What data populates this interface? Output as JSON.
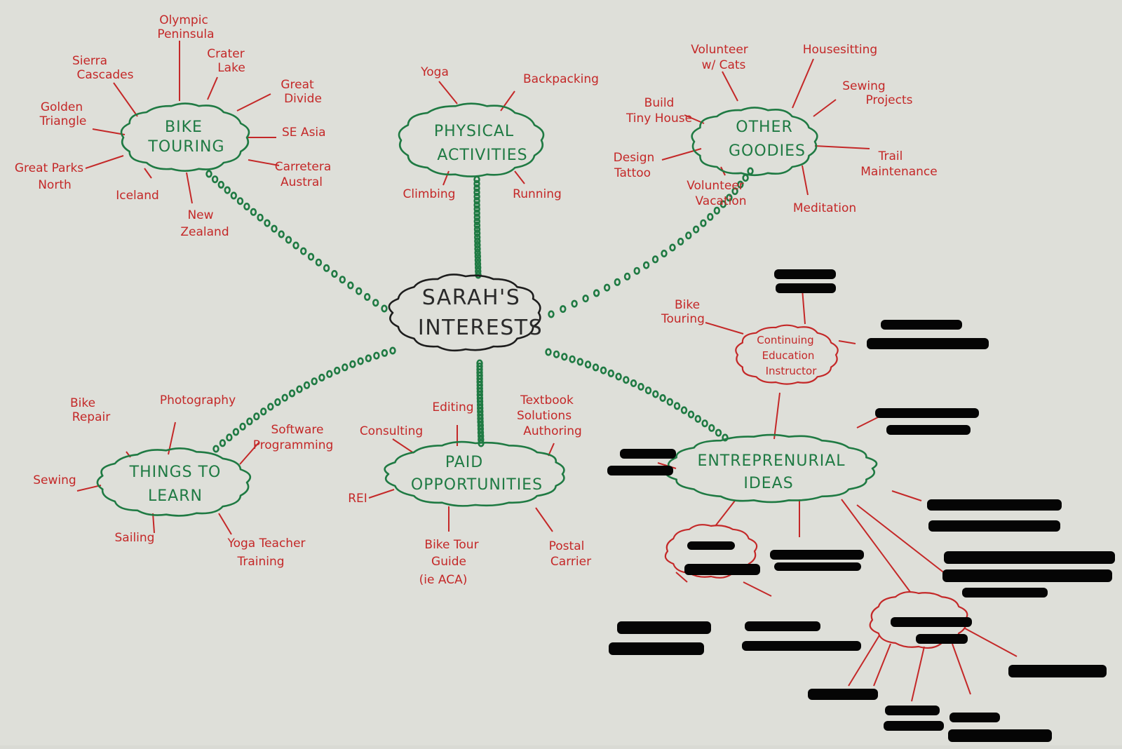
{
  "center": {
    "line1": "SARAH'S",
    "line2": "INTERESTS"
  },
  "hubs": {
    "bike_touring": {
      "line1": "BIKE",
      "line2": "TOURING",
      "leaves": {
        "olympic": [
          "Olympic",
          "Peninsula"
        ],
        "crater": [
          "Crater",
          "Lake"
        ],
        "sierra": [
          "Sierra",
          "Cascades"
        ],
        "great_divide": [
          "Great",
          "Divide"
        ],
        "golden": [
          "Golden",
          "Triangle"
        ],
        "se_asia": [
          "SE Asia"
        ],
        "great_parks": [
          "Great Parks",
          "North"
        ],
        "carretera": [
          "Carretera",
          "Austral"
        ],
        "iceland": [
          "Iceland"
        ],
        "new_zealand": [
          "New",
          "Zealand"
        ]
      }
    },
    "physical": {
      "line1": "PHYSICAL",
      "line2": "ACTIVITIES",
      "leaves": {
        "yoga": [
          "Yoga"
        ],
        "backpacking": [
          "Backpacking"
        ],
        "climbing": [
          "Climbing"
        ],
        "running": [
          "Running"
        ]
      }
    },
    "other": {
      "line1": "OTHER",
      "line2": "GOODIES",
      "leaves": {
        "volunteer_cats": [
          "Volunteer",
          "w/ Cats"
        ],
        "housesitting": [
          "Housesitting"
        ],
        "build_tiny": [
          "Build",
          "Tiny House"
        ],
        "sewing_projects": [
          "Sewing",
          "Projects"
        ],
        "design_tattoo": [
          "Design",
          "Tattoo"
        ],
        "trail": [
          "Trail",
          "Maintenance"
        ],
        "volunteer_vacation": [
          "Volunteer",
          "Vacation"
        ],
        "meditation": [
          "Meditation"
        ]
      }
    },
    "things": {
      "line1": "THINGS TO",
      "line2": "LEARN",
      "leaves": {
        "bike_repair": [
          "Bike",
          "Repair"
        ],
        "photography": [
          "Photography"
        ],
        "software": [
          "Software",
          "Programming"
        ],
        "sewing": [
          "Sewing"
        ],
        "sailing": [
          "Sailing"
        ],
        "yoga_teacher": [
          "Yoga Teacher",
          "Training"
        ]
      }
    },
    "paid": {
      "line1": "PAID",
      "line2": "OPPORTUNITIES",
      "leaves": {
        "consulting": [
          "Consulting"
        ],
        "editing": [
          "Editing"
        ],
        "textbook": [
          "Textbook",
          "Solutions",
          "Authoring"
        ],
        "rei": [
          "REI"
        ],
        "bike_tour_guide": [
          "Bike Tour",
          "Guide",
          "(ie ACA)"
        ],
        "postal": [
          "Postal",
          "Carrier"
        ]
      }
    },
    "entrepreneurial": {
      "line1": "ENTREPRENURIAL",
      "line2": "IDEAS"
    },
    "continuing": {
      "line1": "Continuing",
      "line2": "Education",
      "line3": "Instructor",
      "leaves": {
        "bike_touring": [
          "Bike",
          "Touring"
        ]
      }
    }
  },
  "colors": {
    "green_ink": "#1f7a43",
    "red_ink": "#c42828",
    "black_ink": "#1d1d1d",
    "paper": "#dedfd9",
    "redaction": "#050505"
  }
}
